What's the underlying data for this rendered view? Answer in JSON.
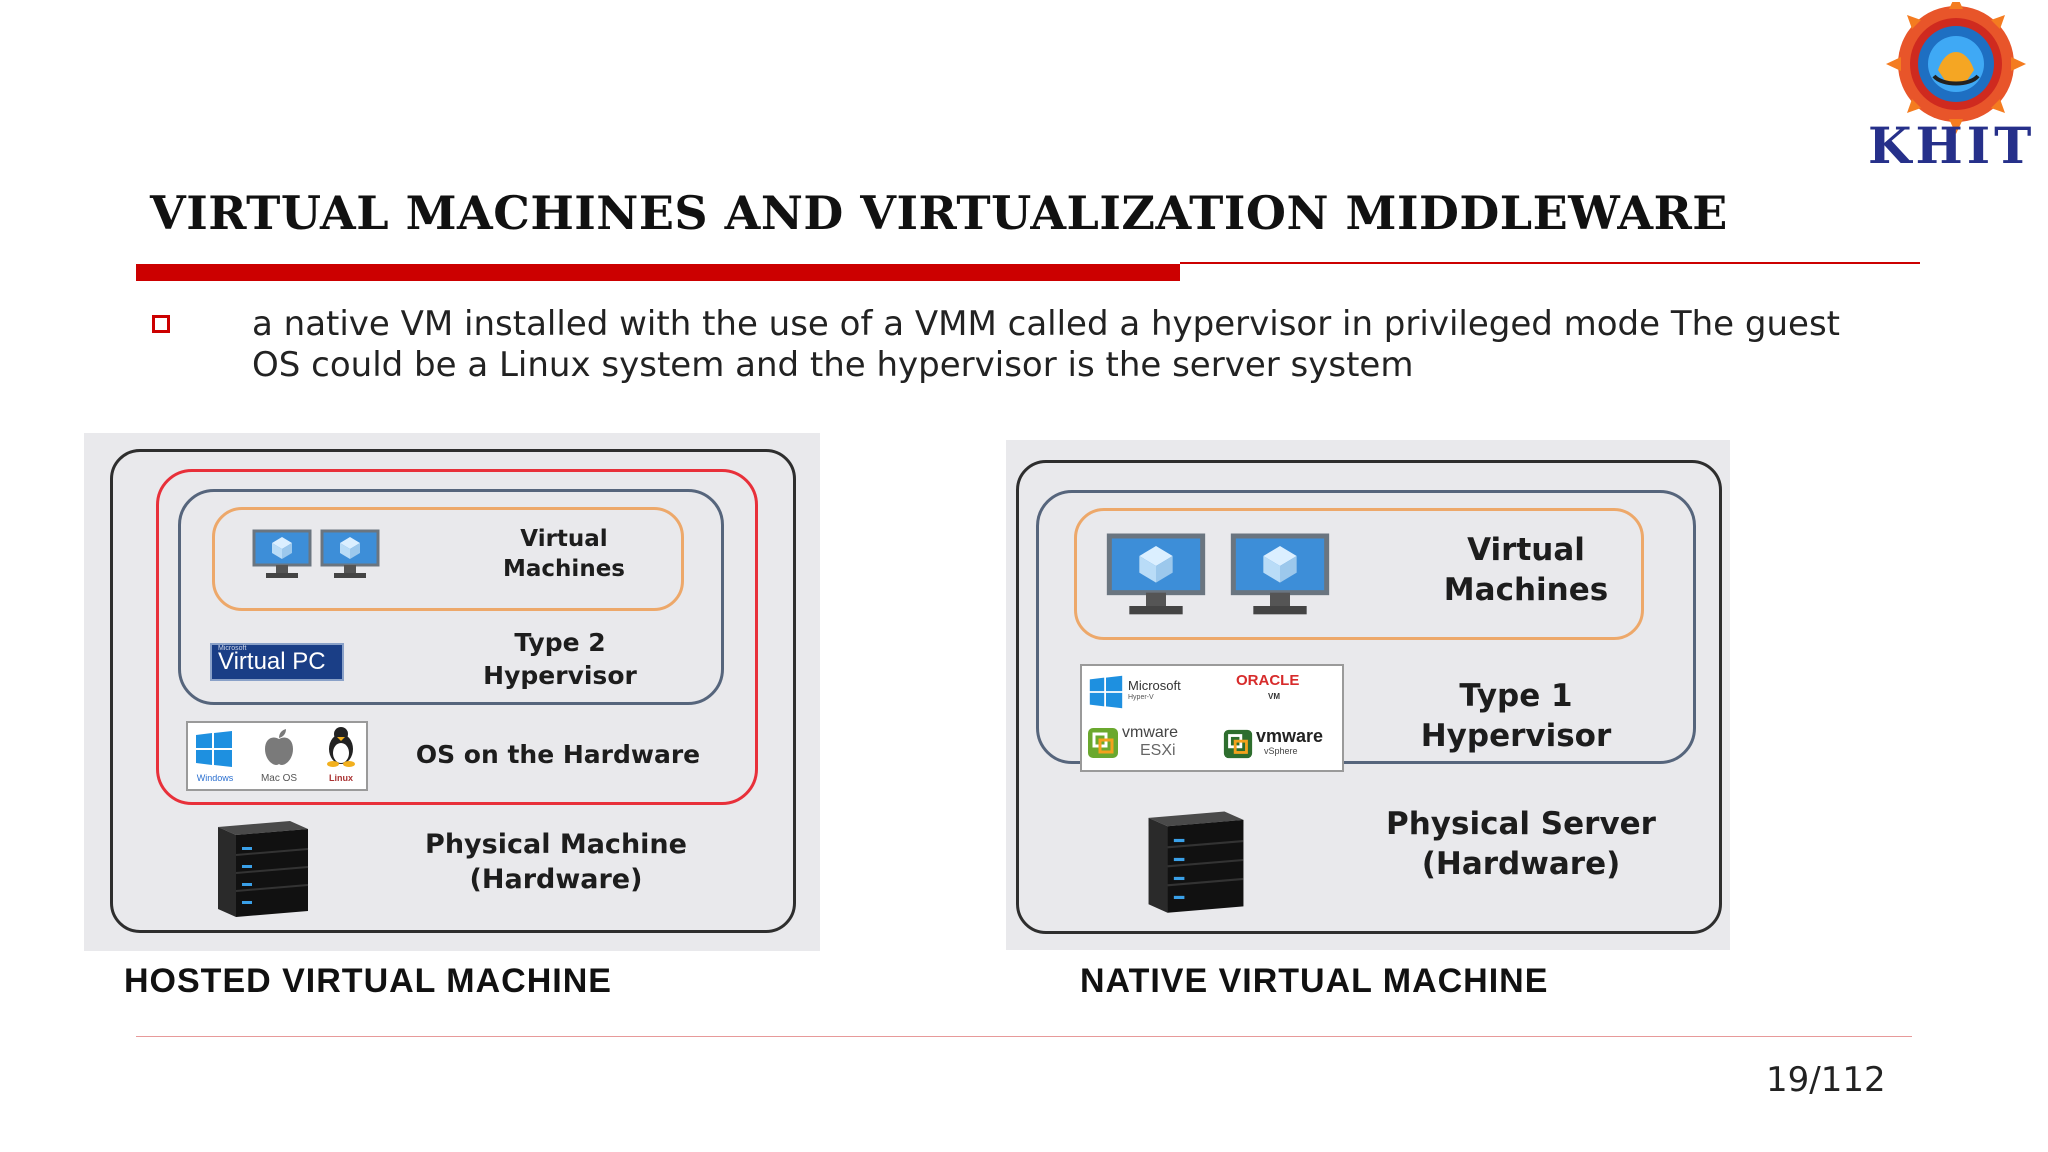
{
  "logo": {
    "text": "KHIT"
  },
  "title": "VIRTUAL MACHINES AND VIRTUALIZATION MIDDLEWARE",
  "bullet": "a native VM installed with the use of a VMM called a hypervisor in privileged mode The guest OS could be a Linux system and the hypervisor is the server system",
  "hosted": {
    "vm_label_1": "Virtual",
    "vm_label_2": "Machines",
    "hyp_label_1": "Type 2",
    "hyp_label_2": "Hypervisor",
    "virtual_pc_small": "Microsoft",
    "virtual_pc": "Virtual PC",
    "os_label": "OS on the Hardware",
    "os_windows": "Windows",
    "os_mac": "Mac OS",
    "os_linux": "Linux",
    "hw_label_1": "Physical Machine",
    "hw_label_2": "(Hardware)",
    "caption": "HOSTED VIRTUAL MACHINE"
  },
  "native": {
    "vm_label_1": "Virtual",
    "vm_label_2": "Machines",
    "hyp_label_1": "Type 1",
    "hyp_label_2": "Hypervisor",
    "logo_microsoft": "Microsoft",
    "logo_microsoft_sub": "Hyper-V",
    "logo_oracle": "ORACLE",
    "logo_oracle_sub": "VM",
    "logo_vmware_1": "vmware",
    "logo_vmware_1_sub": "ESXi",
    "logo_vmware_2": "vmware",
    "logo_vmware_2_sub": "vSphere",
    "hw_label_1": "Physical Server",
    "hw_label_2": "(Hardware)",
    "caption": "NATIVE VIRTUAL MACHINE"
  },
  "page_number": "19/112",
  "colors": {
    "accent_red": "#cc0000",
    "logo_blue": "#26308a",
    "vm_border": "#eda86a",
    "hyp_border": "#56657c",
    "host_red": "#e8303a"
  }
}
